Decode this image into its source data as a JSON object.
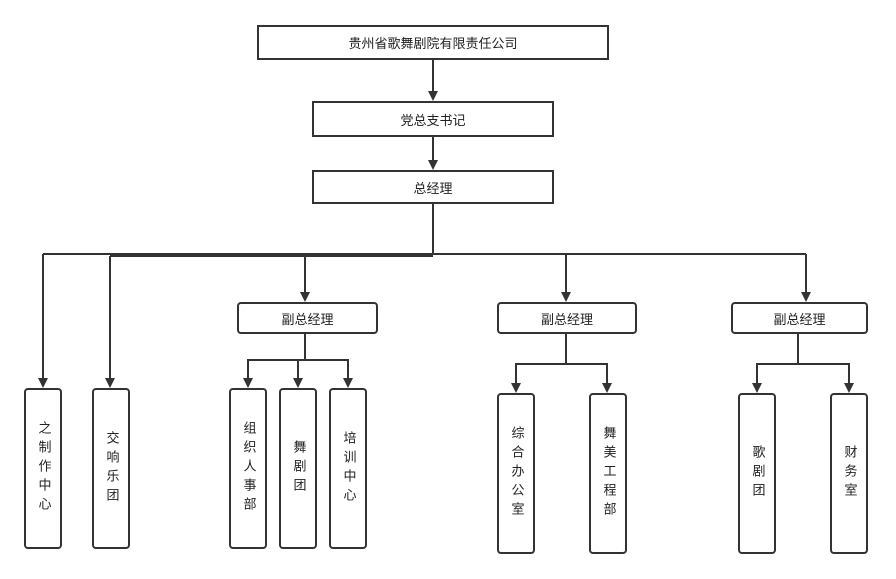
{
  "org": {
    "company": "贵州省歌舞剧院有限责任公司",
    "party_secretary": "党总支书记",
    "general_manager": "总经理",
    "deputy_managers": [
      "副总经理",
      "副总经理",
      "副总经理"
    ],
    "direct_units": [
      "之制作中心",
      "交响乐团"
    ],
    "deputy1_units": [
      "组织人事部",
      "舞剧团",
      "培训中心"
    ],
    "deputy2_units": [
      "综合办公室",
      "舞美工程部"
    ],
    "deputy3_units": [
      "歌剧团",
      "财务室"
    ]
  },
  "colors": {
    "line": "#333333",
    "box_fill": "#ffffff",
    "text": "#222222"
  }
}
